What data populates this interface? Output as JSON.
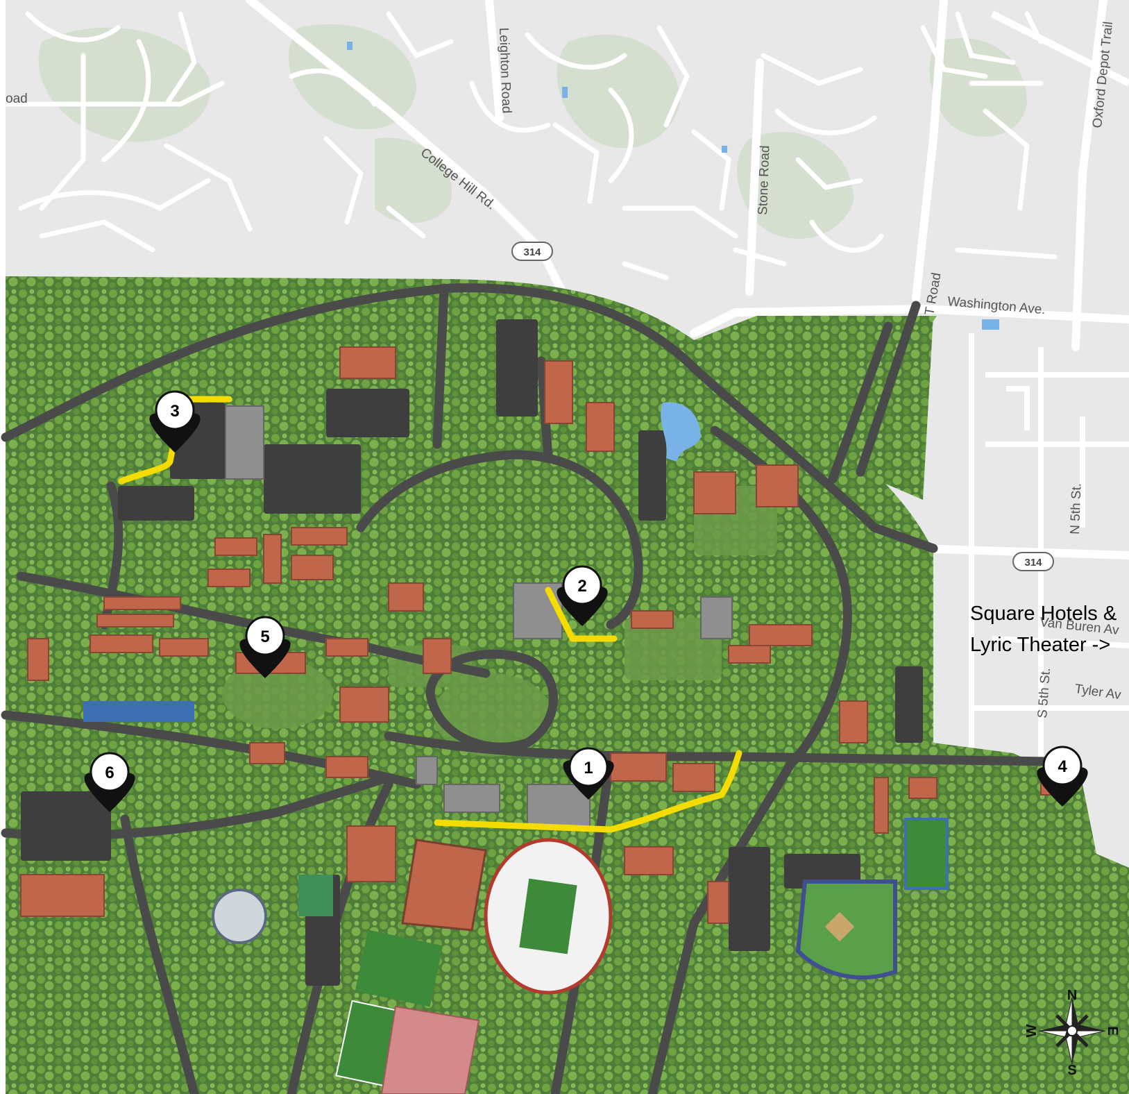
{
  "roads": [
    {
      "id": "road-partial",
      "label": "oad"
    },
    {
      "id": "college-hill-rd",
      "label": "College Hill Rd."
    },
    {
      "id": "leighton-road",
      "label": "Leighton Road"
    },
    {
      "id": "stone-road",
      "label": "Stone Road"
    },
    {
      "id": "oxford-depot-trail",
      "label": "Oxford Depot Trail"
    },
    {
      "id": "t-road",
      "label": "T Road"
    },
    {
      "id": "washington-ave",
      "label": "Washington Ave."
    },
    {
      "id": "n-5th-st",
      "label": "N 5th St."
    },
    {
      "id": "van-buren-ave",
      "label": "Van Buren Av"
    },
    {
      "id": "s-5th-st",
      "label": "S 5th St."
    },
    {
      "id": "tyler-ave",
      "label": "Tyler Av"
    }
  ],
  "shields": [
    "314",
    "314"
  ],
  "markers": [
    "1",
    "2",
    "3",
    "4",
    "5",
    "6"
  ],
  "callout": {
    "line1": "Square Hotels &",
    "line2": "Lyric Theater ->"
  },
  "compass": {
    "n": "N",
    "s": "S",
    "e": "E",
    "w": "W"
  },
  "colors": {
    "background": "#e8e8e8",
    "campus": "#4f7d3a",
    "campus_dark": "#3a6229",
    "tree": "#7bb04c",
    "campus_road": "#4a4a4a",
    "city_road": "#ffffff",
    "highlight_route": "#f5dc00",
    "roof": "#c0664a",
    "water": "#78b2e6"
  }
}
